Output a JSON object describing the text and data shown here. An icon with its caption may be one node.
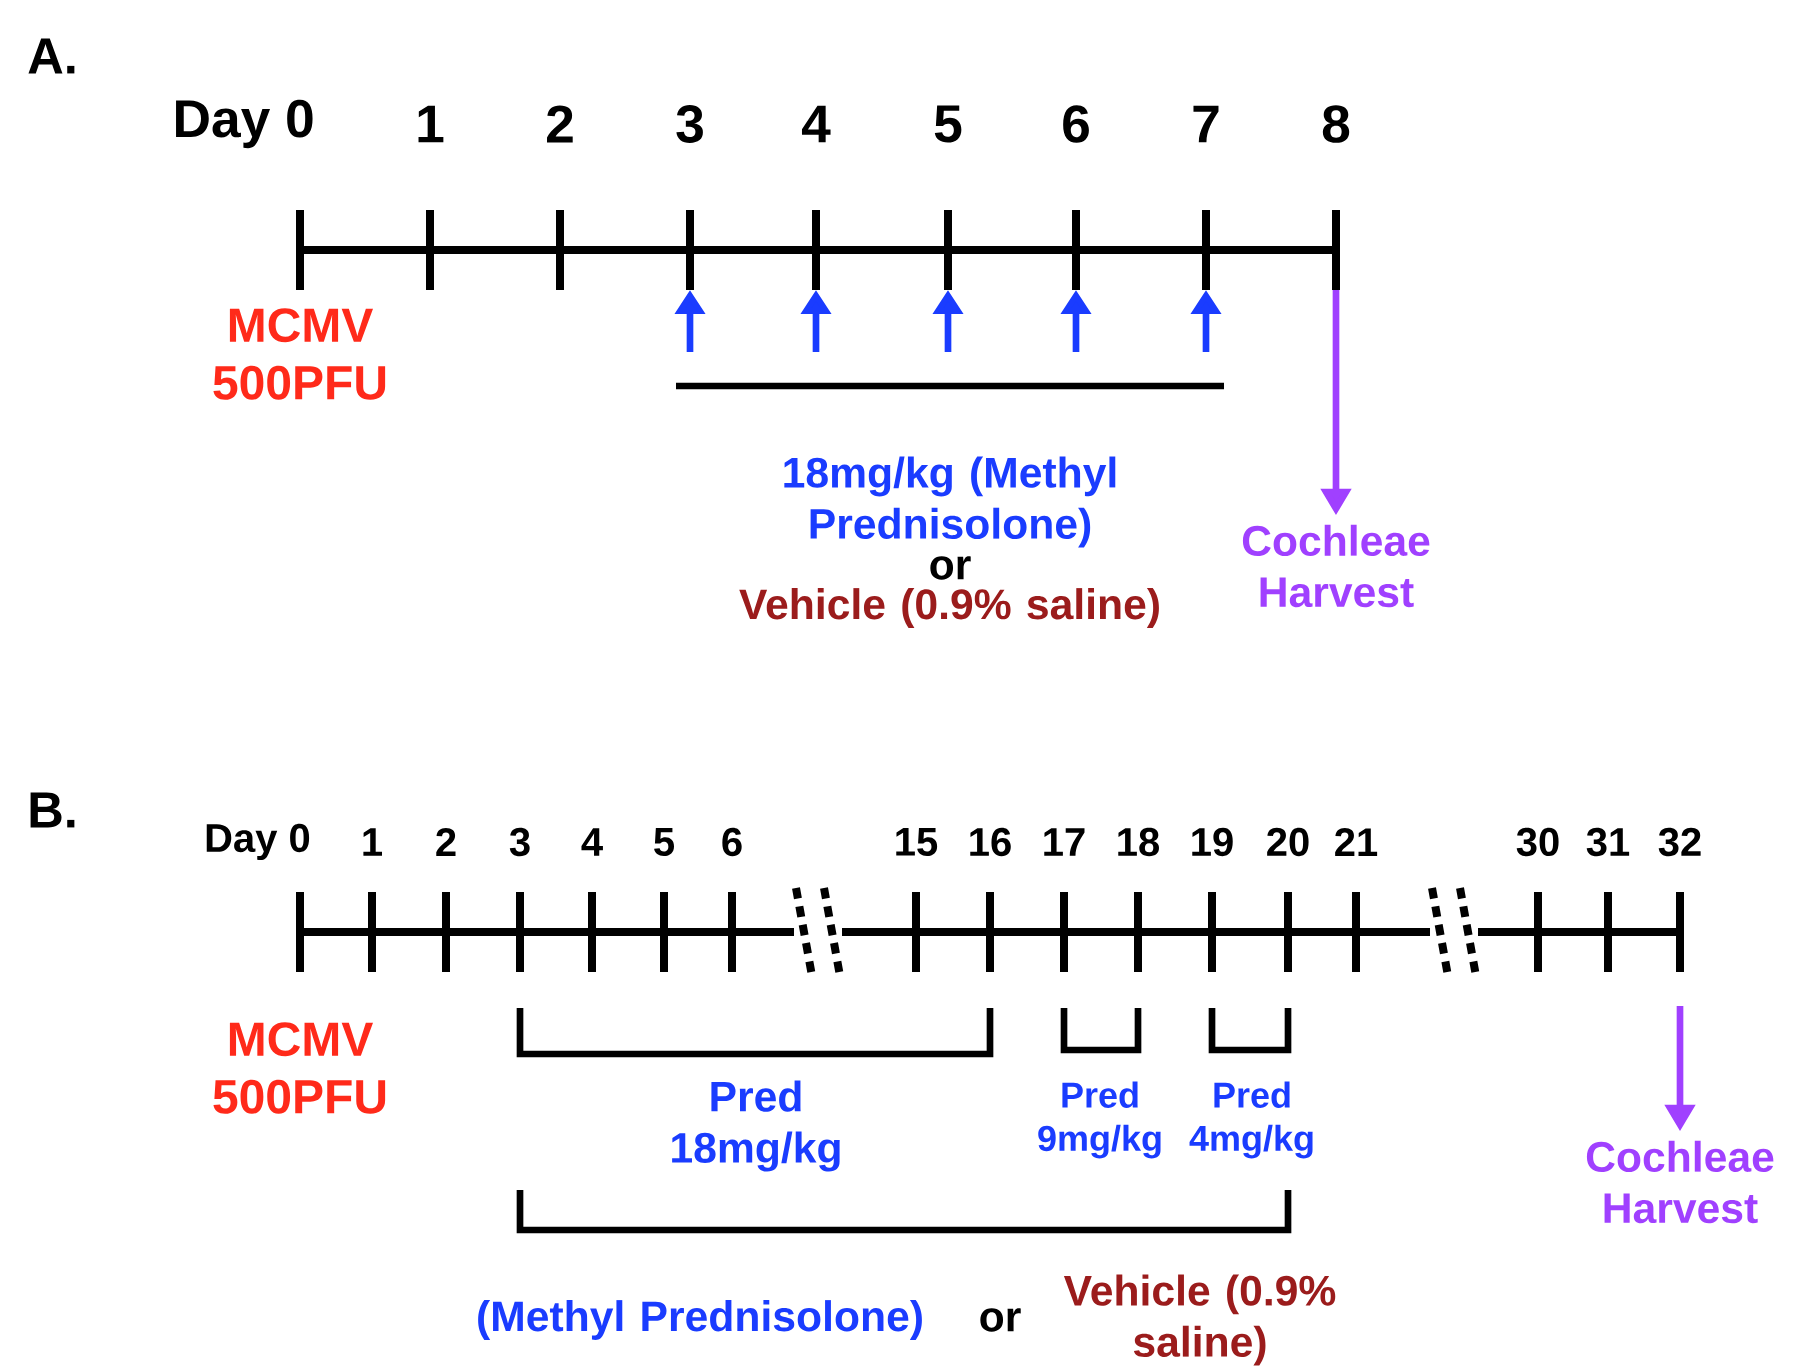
{
  "diagram": {
    "nodes": [
      {
        "text": [
          "Cochleae Harvest"
        ]
      },
      {
        "text": [
          "Cochleae Harvest"
        ]
      }
    ],
    "edges": [
      {
        "from": null,
        "to": 0,
        "arrow": "to"
      },
      {
        "from": null,
        "to": 1,
        "arrow": "to"
      }
    ],
    "labels": [
      "A.",
      "Day 0",
      "1",
      "2",
      "3",
      "4",
      "5",
      "6",
      "7",
      "8",
      "MCMV 500PFU",
      "18mg/kg (Methyl Prednisolone)",
      "or",
      "Vehicle (0.9% saline)",
      "B.",
      "Day 0",
      "1",
      "2",
      "3",
      "4",
      "5",
      "6",
      "15",
      "16",
      "17",
      "18",
      "19",
      "20",
      "21",
      "30",
      "31",
      "32",
      "MCMV 500PFU",
      "Pred 18mg/kg",
      "Pred 9mg/kg",
      "Pred 4mg/kg",
      "(Methyl Prednisolone)",
      "or",
      "Vehicle (0.9% saline)"
    ]
  }
}
